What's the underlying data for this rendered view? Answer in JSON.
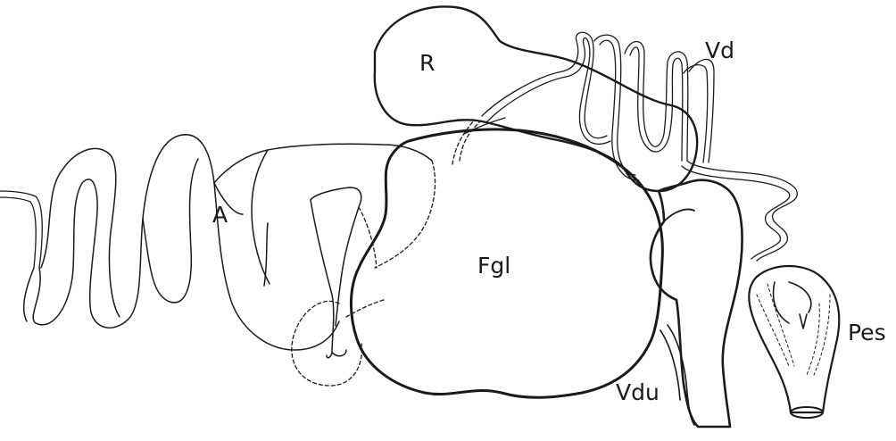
{
  "diagram": {
    "colors": {
      "stroke": "#1a1a1a",
      "background": "#ffffff"
    },
    "labels": {
      "A": "A",
      "R": "R",
      "Vd": "Vd",
      "Fgl": "Fgl",
      "Pes": "Pes",
      "Vdu": "Vdu"
    }
  }
}
